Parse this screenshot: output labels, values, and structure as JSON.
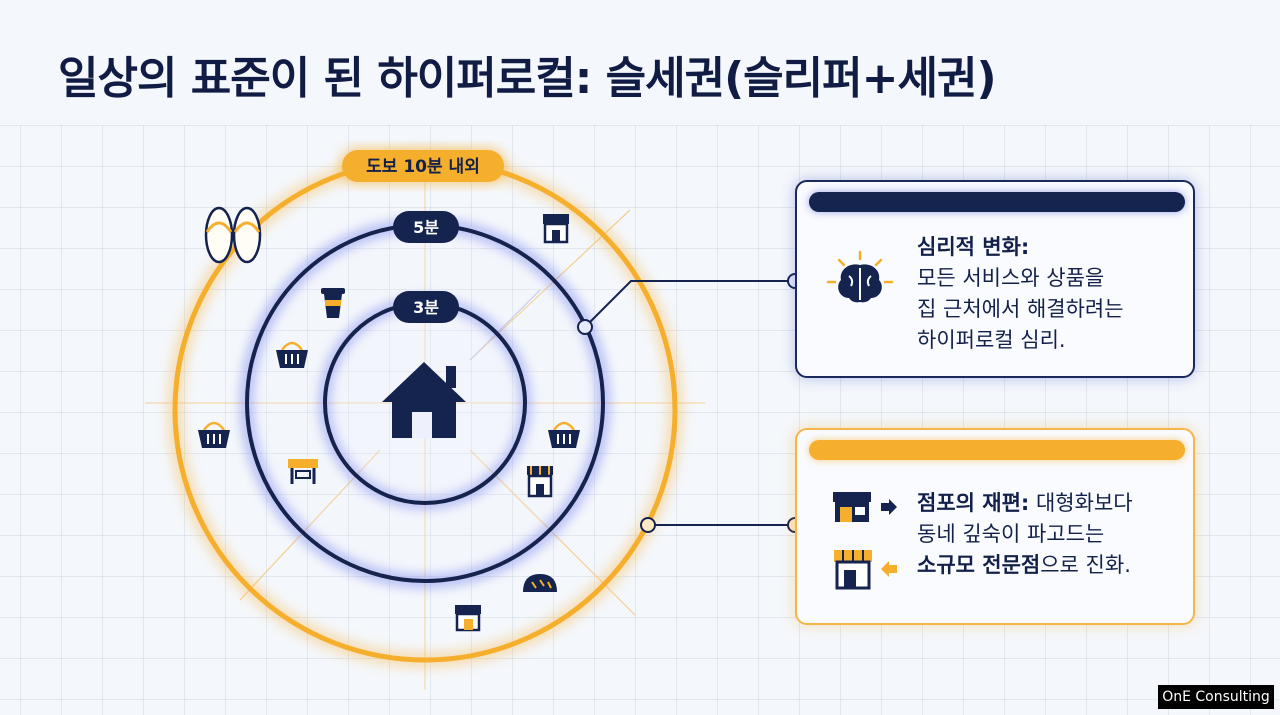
{
  "title": "일상의 표준이 된 하이퍼로컬: 슬세권(슬리퍼+세권)",
  "rings": {
    "outer_label": "도보 10분 내외",
    "middle_label": "5분",
    "inner_label": "3분"
  },
  "cards": {
    "psychology": {
      "heading": "심리적 변화:",
      "lines": [
        "모든 서비스와 상품을",
        "집 근처에서 해결하려는",
        "하이퍼로컬 심리."
      ],
      "icon": "brain-icon"
    },
    "store": {
      "heading": "점포의 재편:",
      "line1_rest": " 대형화보다",
      "line2": "동네 깊숙이 파고드는",
      "line3_bold": "소규모 전문점",
      "line3_rest": "으로 진화.",
      "icons": [
        "large-store-icon",
        "small-store-icon"
      ]
    }
  },
  "watermark": "OnE Consulting",
  "colors": {
    "navy": "#15234f",
    "orange": "#f6ae2d",
    "background": "#f4f7fb"
  }
}
